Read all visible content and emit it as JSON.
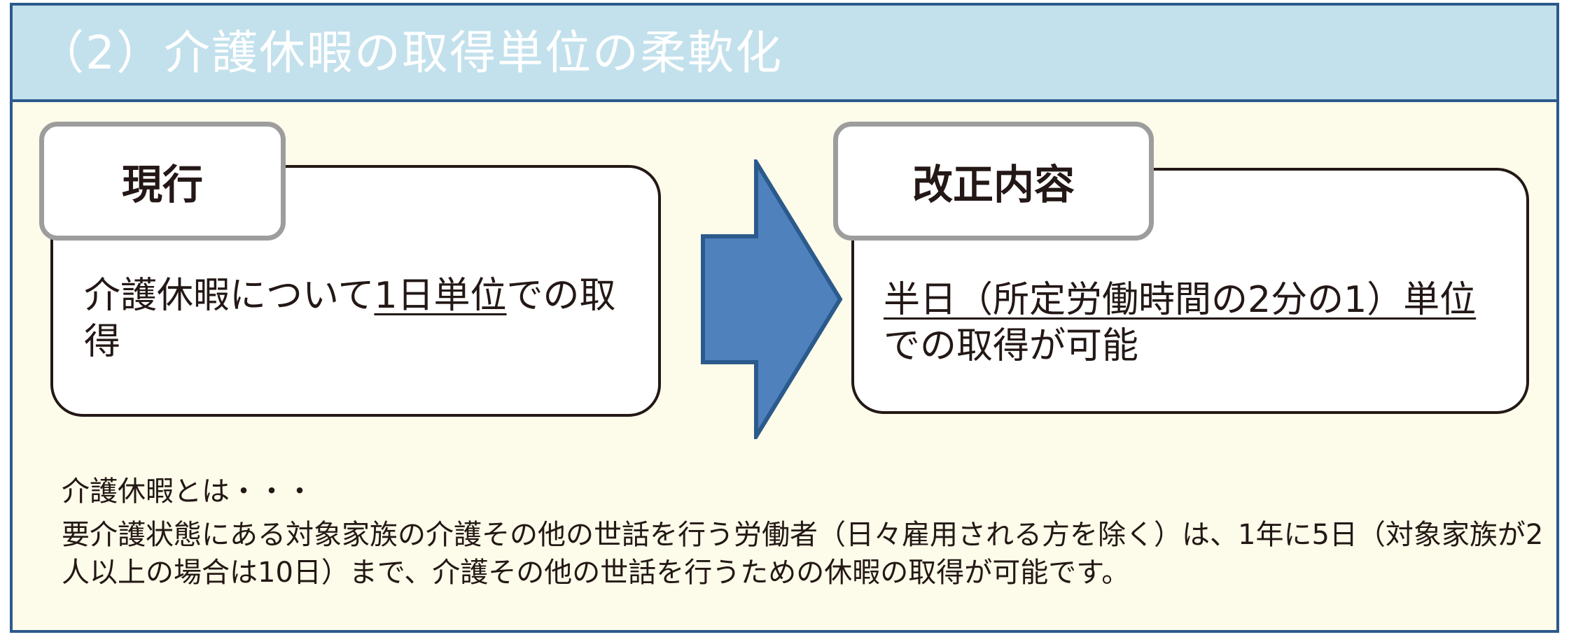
{
  "header": {
    "title": "（2）介護休暇の取得単位の柔軟化"
  },
  "current": {
    "tab_label": "現行",
    "text_before": "介護休暇について",
    "text_underlined": "1日単位",
    "text_after": "での取得"
  },
  "revised": {
    "tab_label": "改正内容",
    "text_underlined": "半日（所定労働時間の2分の1）単位",
    "text_after": "での取得が可能"
  },
  "explanation": {
    "heading": "介護休暇とは・・・",
    "body": "要介護状態にある対象家族の介護その他の世話を行う労働者（日々雇用される方を除く）は、1年に5日（対象家族が2人以上の場合は10日）まで、介護その他の世話を行うための休暇の取得が可能です。"
  },
  "colors": {
    "frame_border": "#2b5a8c",
    "header_bg": "#c3e1ec",
    "page_bg": "#fdfbe9",
    "arrow_fill": "#4f81bd",
    "arrow_stroke": "#2b5a8c",
    "tab_border": "#9d9d9d"
  },
  "icons": {
    "arrow": "right-arrow-icon"
  }
}
